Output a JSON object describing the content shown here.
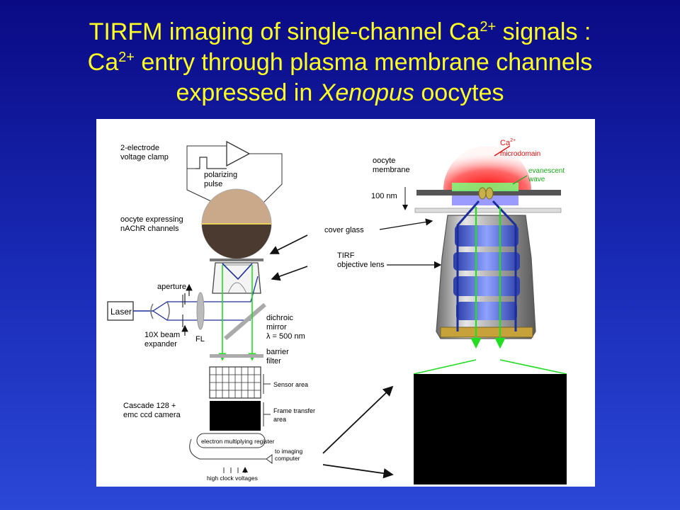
{
  "title": {
    "line1_a": "TIRFM imaging of single-channel Ca",
    "line1_sup": "2+",
    "line1_b": " signals :",
    "line2_a": "Ca",
    "line2_sup": "2+",
    "line2_b": " entry through plasma membrane  channels",
    "line3_a": "expressed  in ",
    "line3_em": "Xenopus",
    "line3_b": " oocytes"
  },
  "left_labels": {
    "clamp_1": "2-electrode",
    "clamp_2": "voltage clamp",
    "pulse_1": "polarizing",
    "pulse_2": "pulse",
    "oocyte_1": "oocyte expressing",
    "oocyte_2": "nAChR channels",
    "aperture": "aperture",
    "laser": "Laser",
    "beam_1": "10X beam",
    "beam_2": "expander",
    "fl": "FL",
    "dichroic_1": "dichroic",
    "dichroic_2": "mirror",
    "dichroic_3": "λ = 500 nm",
    "barrier_1": "barrier",
    "barrier_2": "filter",
    "camera_1": "Cascade 128 +",
    "camera_2": "emc ccd camera",
    "sensor": "Sensor area",
    "frame_1": "Frame transfer",
    "frame_2": "area",
    "register": "electron multiplying register",
    "computer_1": "to imaging",
    "computer_2": "computer",
    "clock": "high clock voltages"
  },
  "right_labels": {
    "ca": "Ca",
    "ca_sup": "2+",
    "microdomain": "microdomain",
    "membrane_1": "oocyte",
    "membrane_2": "membrane",
    "evanescent_1": "evanescent",
    "evanescent_2": "wave",
    "distance": "100 nm",
    "coverglass": "cover glass",
    "tirf_1": "TIRF",
    "tirf_2": "objective lens"
  },
  "colors": {
    "title": "#ffff22",
    "beam_green": "#22dd22",
    "beam_blue": "#1c2e9c",
    "microdomain_red": "#ff2020",
    "evanescent_green": "#22cc22"
  }
}
